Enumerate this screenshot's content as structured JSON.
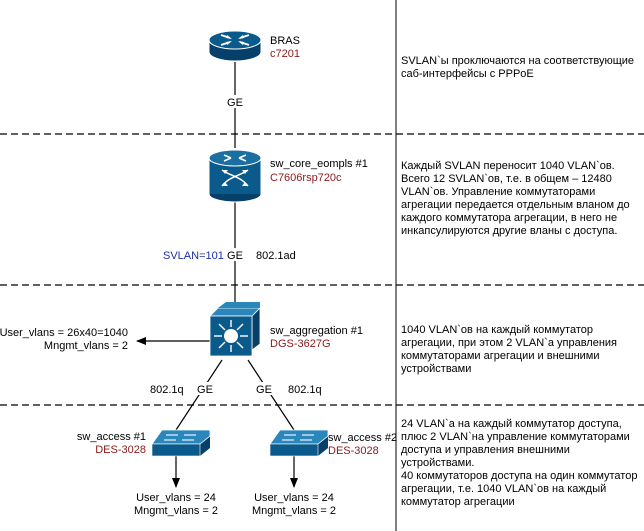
{
  "colors": {
    "device_blue": "#0a5a8c",
    "device_blue_dark": "#06406a",
    "model_red": "#8b1a1a",
    "vlan_blue": "#1c2fa8",
    "line": "#000000"
  },
  "nodes": {
    "bras": {
      "name": "BRAS",
      "model": "c7201",
      "icon": "router-icon"
    },
    "core": {
      "name": "sw_core_eompls #1",
      "model": "C7606rsp720c",
      "icon": "switch-router-icon"
    },
    "aggregation": {
      "name": "sw_aggregation #1",
      "model": "DGS-3627G",
      "icon": "layer3-switch-icon"
    },
    "access1": {
      "name": "sw_access #1",
      "model": "DES-3028",
      "icon": "workgroup-switch-icon"
    },
    "access2": {
      "name": "sw_access #2",
      "model": "DES-3028",
      "icon": "workgroup-switch-icon"
    }
  },
  "links": {
    "bras_core": {
      "type": "GE"
    },
    "core_agg": {
      "type": "GE",
      "svlan": "SVLAN=101",
      "proto": "802.1ad"
    },
    "agg_access1": {
      "type": "GE",
      "proto": "802.1q"
    },
    "agg_access2": {
      "type": "GE",
      "proto": "802.1q"
    }
  },
  "vlans": {
    "aggregation": {
      "user": "User_vlans = 26x40=1040",
      "mngmt": "Mngmt_vlans = 2"
    },
    "access1": {
      "user": "User_vlans = 24",
      "mngmt": "Mngmt_vlans = 2"
    },
    "access2": {
      "user": "User_vlans = 24",
      "mngmt": "Mngmt_vlans = 2"
    }
  },
  "descriptions": {
    "bras": [
      "SVLAN`ы проключаются на соответствующие",
      "саб-интерфейсы с PPPoE"
    ],
    "core": [
      "Каждый SVLAN переносит 1040 VLAN`ов.",
      "Всего 12 SVLAN`ов,  т.е. в общем – 12480",
      "VLAN`ов. Управление коммутаторами",
      "агрегации передается отдельным вланом до",
      "каждого коммутатора агрегации, в него не",
      "инкапсулируются другие вланы с доступа."
    ],
    "aggregation": [
      "1040 VLAN`ов на каждый коммутатор",
      "агрегации, при этом 2 VLAN`а управления",
      "коммутаторами агрегации и внешними",
      "устройствами"
    ],
    "access": [
      "24 VLAN`а на каждый коммутатор доступа,",
      "плюс 2 VLAN`на управление коммутаторами",
      "доступа и управления внешними",
      "устройствами.",
      "40 коммутаторов доступа на один коммутатор",
      "агрегации, т.е. 1040 VLAN`ов на каждый",
      "коммутатор агрегации"
    ]
  }
}
